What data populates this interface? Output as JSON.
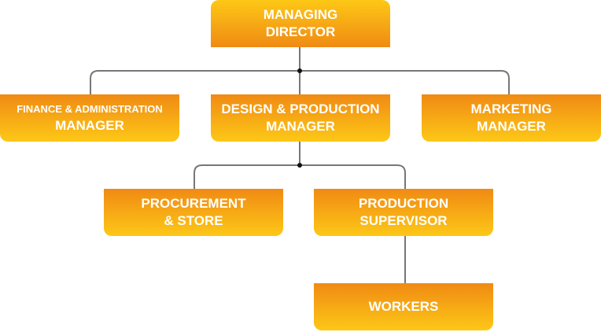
{
  "nodes": {
    "md": {
      "line1": "MANAGING",
      "line2": "DIRECTOR"
    },
    "finance": {
      "line1": "FINANCE & ADMINISTRATION",
      "line2": "MANAGER"
    },
    "design": {
      "line1": "DESIGN & PRODUCTION",
      "line2": "MANAGER"
    },
    "marketing": {
      "line1": "MARKETING",
      "line2": "MANAGER"
    },
    "procurement": {
      "line1": "PROCUREMENT",
      "line2": "& STORE"
    },
    "supervisor": {
      "line1": "PRODUCTION",
      "line2": "SUPERVISOR"
    },
    "workers": {
      "line1": "WORKERS"
    }
  },
  "colors": {
    "orange": "#f08a14",
    "yellow": "#fdc816",
    "connector": "#777777"
  }
}
